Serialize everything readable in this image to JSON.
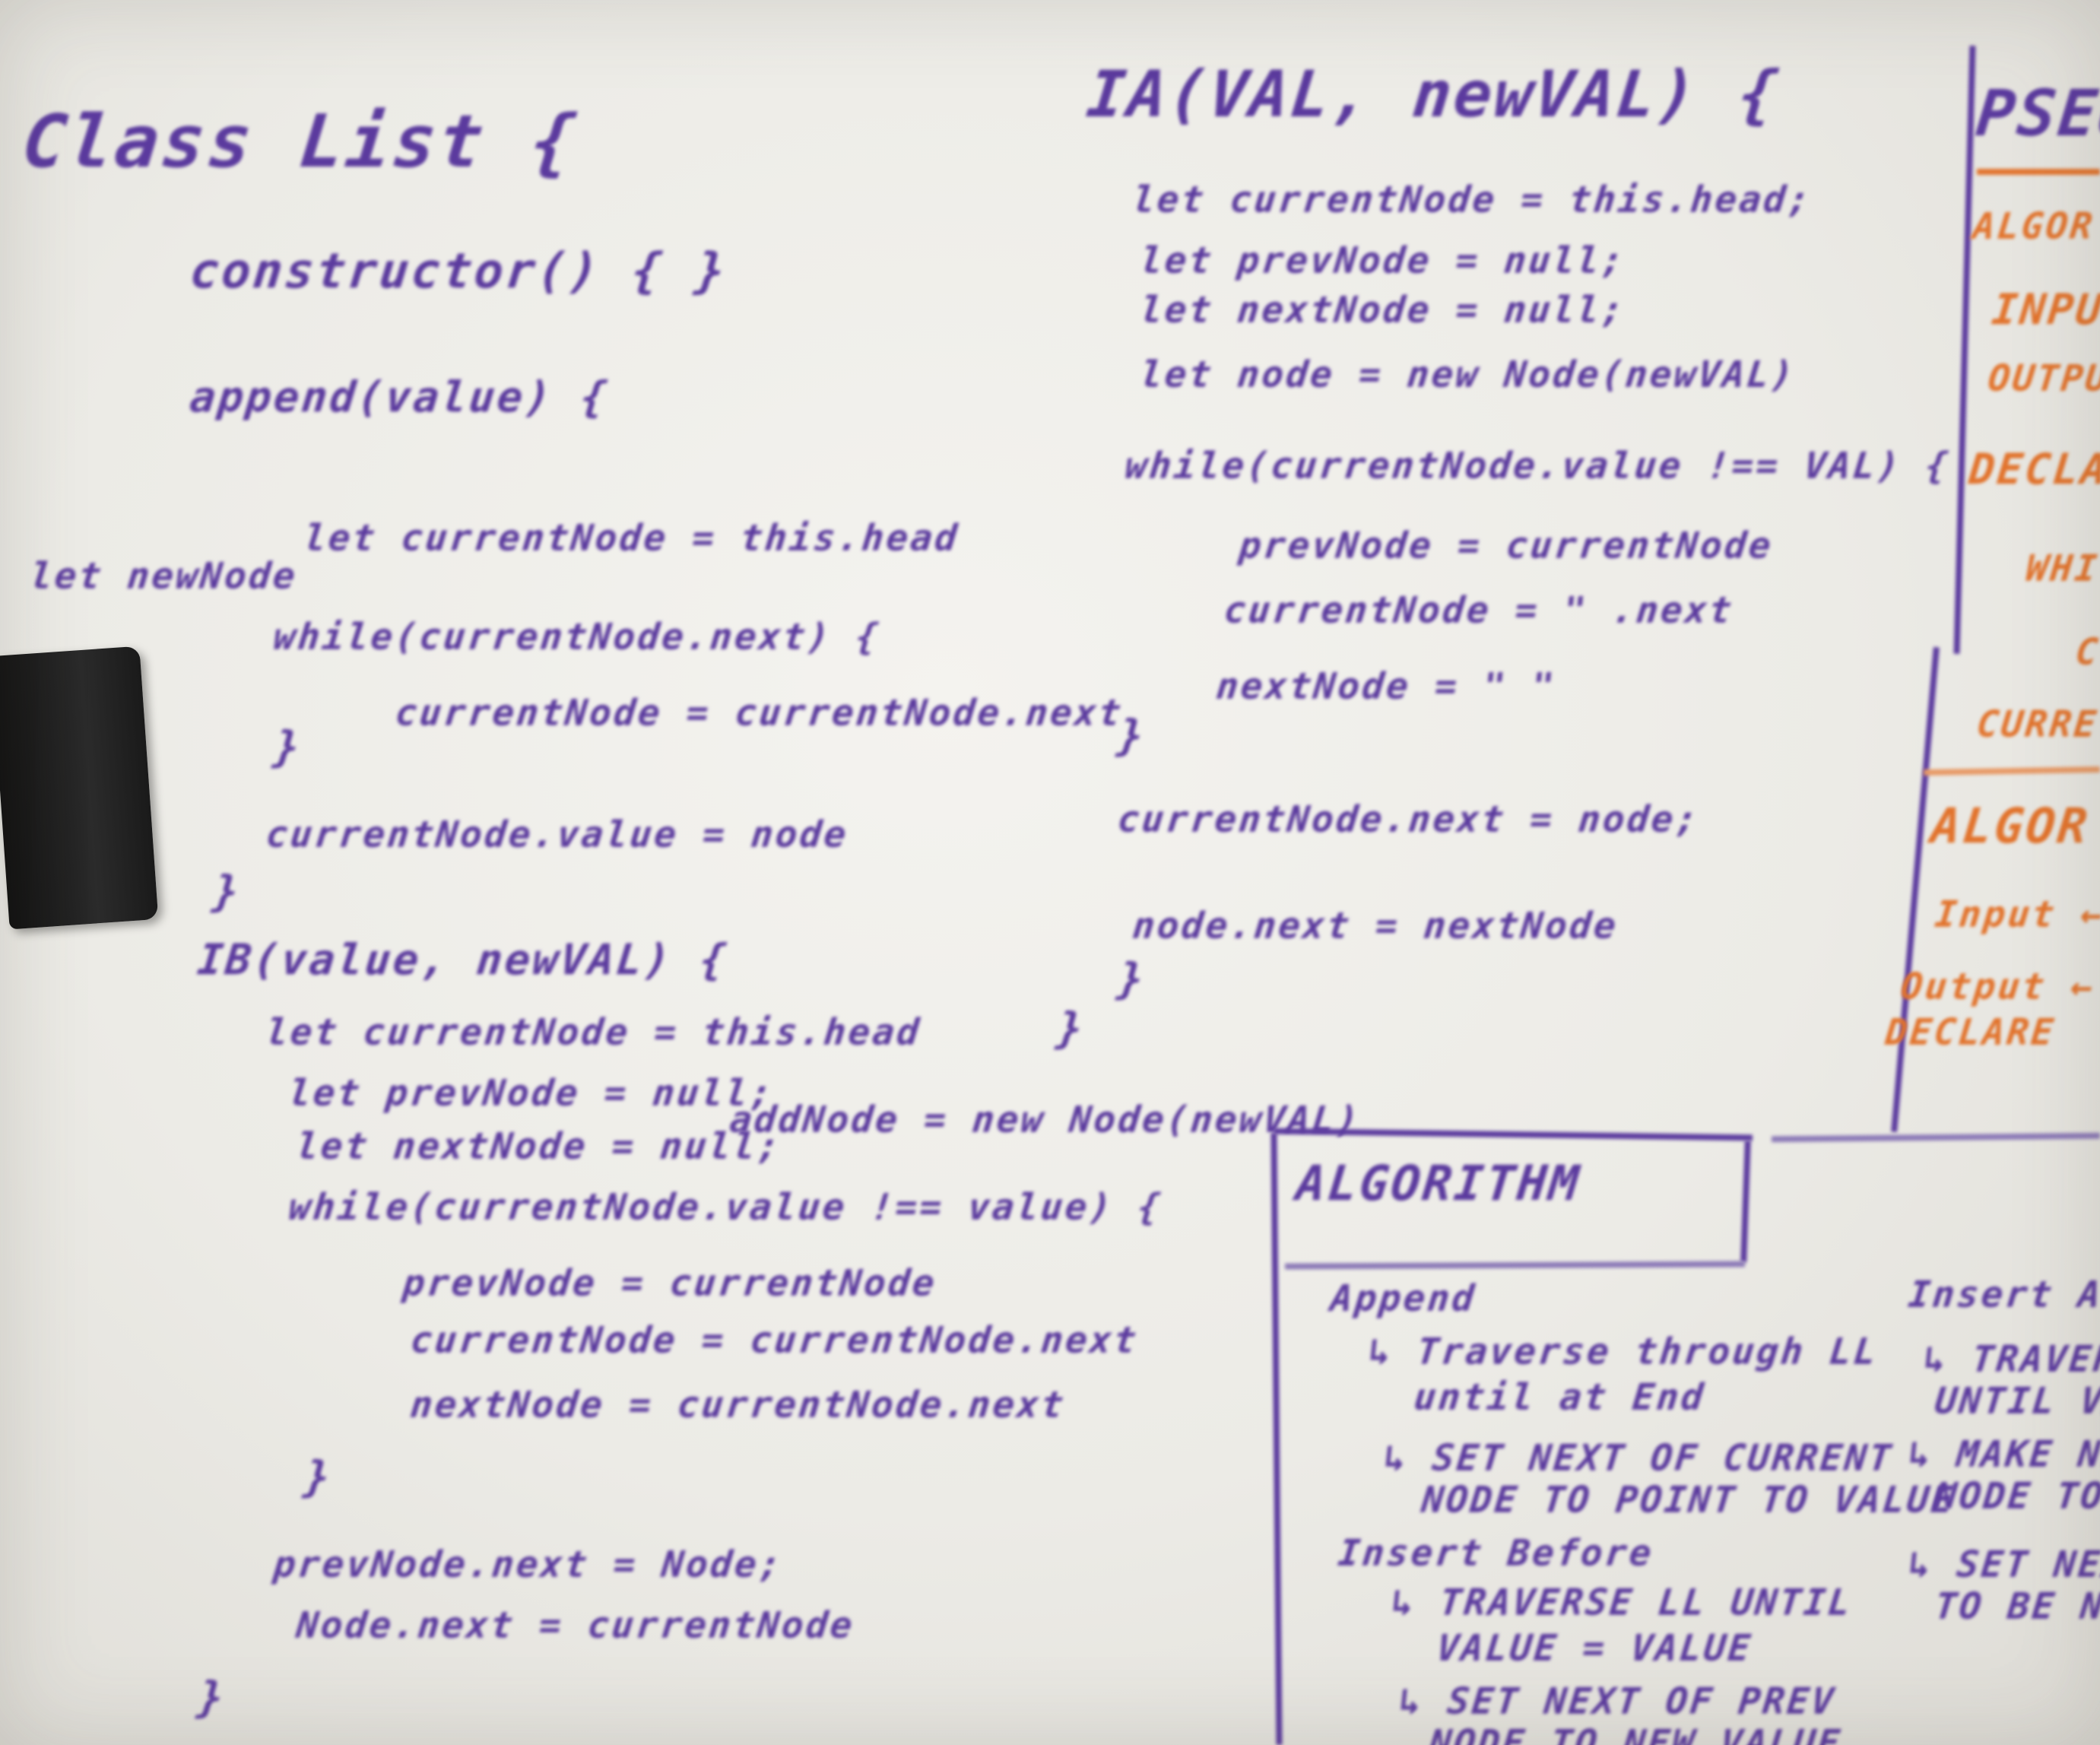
{
  "colors": {
    "purple_marker": "#5b3a9e",
    "orange_marker": "#e2732c",
    "whiteboard": "#f1f0ec",
    "eraser": "#1c1c1c"
  },
  "left_code": {
    "class_header": "Class List {",
    "constructor": "constructor() { }",
    "append_header": "append(value) {",
    "let_current": "let currentNode = this.head",
    "let_newnode": "let newNode",
    "while": "while(currentNode.next) {",
    "advance": "currentNode = currentNode.next",
    "close_while": "}",
    "assign": "currentNode.value = node",
    "close_append": "}",
    "ib_header": "IB(value, newVAL) {",
    "let_current2": "let currentNode = this.head",
    "let_prev": "let prevNode = null;",
    "let_next": "let nextNode = null;",
    "new_node": "addNode = new Node(newVAL)",
    "while2": "while(currentNode.value !== value) {",
    "prev_assign": "prevNode = currentNode",
    "current_assign": "currentNode = currentNode.next",
    "next_assign": "nextNode = currentNode.next",
    "close_while2": "}",
    "close_brace_mid": "}",
    "prev_next": "prevNode.next = Node;",
    "node_next": "Node.next = currentNode",
    "close_class": "}"
  },
  "mid_code": {
    "ia_header": "IA(VAL, newVAL) {",
    "let_current": "let currentNode = this.head;",
    "let_prev": "let prevNode = null;",
    "let_next": "let nextNode = null;",
    "let_node": "let node = new Node(newVAL)",
    "while": "while(currentNode.value !== VAL) {",
    "prev_assign": "prevNode = currentNode",
    "current_assign": "currentNode = \" .next",
    "next_assign": "nextNode = \" \"",
    "close_while": "}",
    "current_next": "currentNode.next = node;",
    "node_next": "node.next = nextNode",
    "close": "}"
  },
  "algorithm": {
    "title": "ALGORITHM",
    "append_heading": "Append",
    "append_step1a": "↳ Traverse through LL",
    "append_step1b": "until at End",
    "append_step2a": "↳ SET NEXT OF CURRENT",
    "append_step2b": "NODE TO POINT TO VALUE",
    "insert_before_heading": "Insert Before",
    "ib_step1a": "↳ TRAVERSE LL UNTIL",
    "ib_step1b": "VALUE = VALUE",
    "ib_step2a": "↳ SET NEXT OF PREV",
    "ib_step2b": "NODE TO NEW VALUE"
  },
  "insert_after_col": {
    "heading": "Insert After",
    "step1a": "↳ TRAVER",
    "step1b": "UNTIL VALU",
    "step2a": "↳ MAKE NE",
    "step2b": "NODE TO",
    "step3a": "↳ SET NEX",
    "step3b": "TO BE NE"
  },
  "pseudo_panel": {
    "title": "PSEU",
    "algorithm": "ALGOR",
    "input": "INPU",
    "output": "OUTPU",
    "declare": "DECLAR",
    "while": "WHI",
    "c": "C",
    "current": "CURRE",
    "algor2": "ALGOR",
    "input2": "Input ←",
    "output2": "Output ← L",
    "declare2": "DECLARE"
  }
}
